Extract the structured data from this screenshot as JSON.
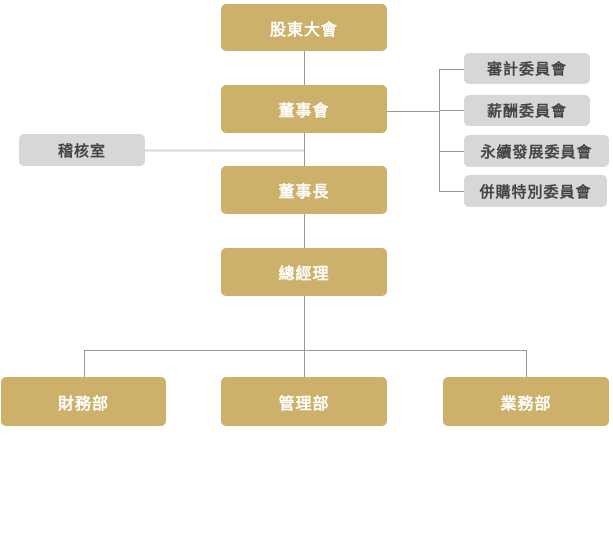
{
  "colors": {
    "primary": "#cdb06a",
    "secondary": "#d7d7d7",
    "line": "#999999"
  },
  "nodes": {
    "shareholders": "股東大會",
    "board": "董事會",
    "chairman": "董事長",
    "president": "總經理",
    "audit_office": "稽核室",
    "committees": [
      "審計委員會",
      "薪酬委員會",
      "永續發展委員會",
      "併購特別委員會"
    ],
    "departments": [
      "財務部",
      "管理部",
      "業務部"
    ]
  }
}
